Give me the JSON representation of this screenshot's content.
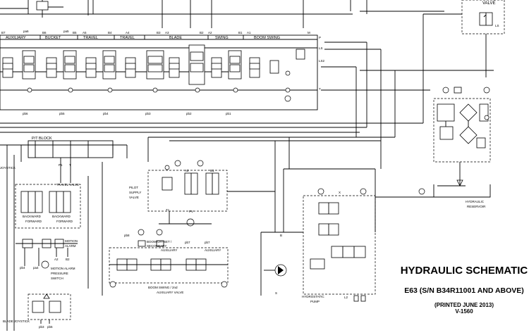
{
  "sections": {
    "auxiliary": "AUXILIARY",
    "bucket": "BUCKET",
    "travel1": "TRAVEL",
    "travel2": "TRAVEL",
    "blade": "BLADE",
    "swing": "SWING",
    "boom_swing": "BOOM SWING"
  },
  "ports": {
    "b7": "B7",
    "a6": "pa6",
    "b6": "B6",
    "pa5": "pa5",
    "b5": "B5",
    "a5": "A5",
    "b4": "B4",
    "a4": "A4",
    "b3": "B3",
    "a3": "A3",
    "b2": "B2",
    "a2": "A2",
    "b1": "B1",
    "a1": "A1",
    "m": "M",
    "p": "P",
    "ls": "LS",
    "ls2": "LS2",
    "t": "T",
    "pb6": "pb6",
    "pb5": "pb5",
    "pb4": "pb4",
    "pb3": "pb3",
    "pb2": "pb2",
    "pb1": "pb1"
  },
  "labels": {
    "valve": "VALVE",
    "pt_block": "P/T BLOCK",
    "pt_p": "P1",
    "pt_t": "T",
    "joystick": "JOYSTICK",
    "travel_valve": "TRAVEL VALVE",
    "backward": "BACKWARD",
    "forward": "FORWARD",
    "motion_alarm": "MOTION ALARM",
    "motion_alarm_switch": "MOTION ALARM PRESSURE SWITCH",
    "blade_joystick": "BLADE JOYSTICK",
    "pilot_supply_valve": "PILOT SUPPLY VALVE",
    "boom_offset": "BOOM OFFSET / SECONDARY AUXILIARY",
    "auxiliary": "AUXILIARY",
    "boom_swing_aux": "BOOM SWING / 2nd AUXILIARY VALVE",
    "hydrostatic_pump": "HYDROSTATIC PUMP",
    "hydraulic_reservoir": "HYDRAULIC RESERVOIR",
    "pb3": "pb3",
    "pb5": "pb5",
    "pb7": "pb7",
    "pb8": "pb8",
    "l2": "L2",
    "s": "S",
    "b": "B"
  },
  "title_block": {
    "title": "HYDRAULIC SCHEMATIC",
    "model": "E63 (S/N B34R11001 AND ABOVE)",
    "printed": "(PRINTED JUNE 2013)",
    "code": "V-1560"
  }
}
